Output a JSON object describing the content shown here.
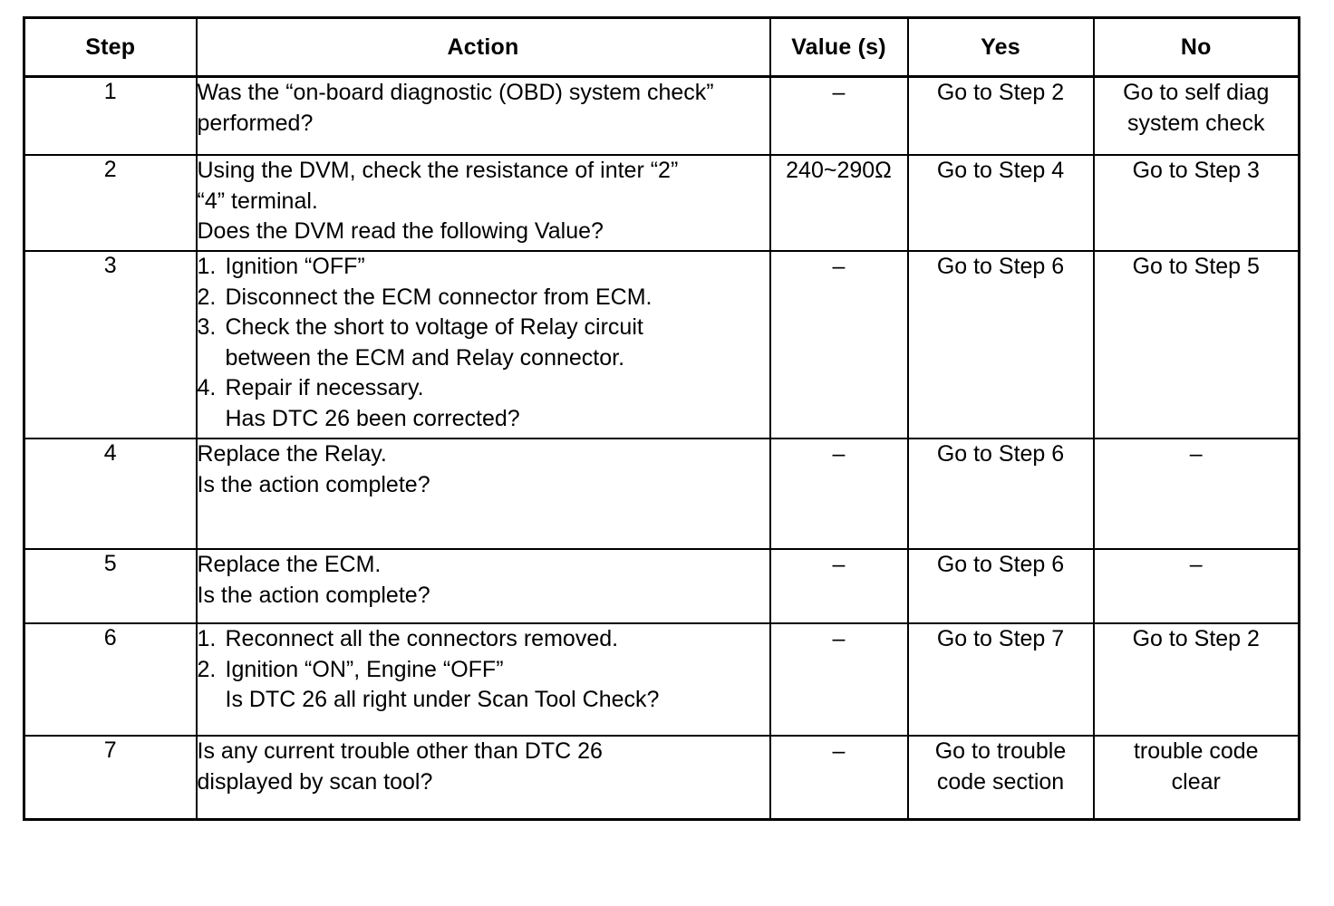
{
  "table": {
    "columns": [
      {
        "key": "step",
        "label": "Step"
      },
      {
        "key": "action",
        "label": "Action"
      },
      {
        "key": "value",
        "label": "Value (s)"
      },
      {
        "key": "yes",
        "label": "Yes"
      },
      {
        "key": "no",
        "label": "No"
      }
    ],
    "rows": [
      {
        "step": "1",
        "action_lines": [
          {
            "num": "",
            "text": "Was the “on-board diagnostic (OBD) system check”"
          },
          {
            "num": "",
            "text": "performed?"
          }
        ],
        "value": "–",
        "yes_lines": [
          "Go to Step 2"
        ],
        "no_lines": [
          "Go to self diag",
          "system check"
        ]
      },
      {
        "step": "2",
        "action_lines": [
          {
            "num": "",
            "text": "Using the DVM, check the resistance of inter “2”"
          },
          {
            "num": "",
            "text": "“4” terminal."
          },
          {
            "num": "",
            "text": "Does the DVM read the following Value?"
          }
        ],
        "value": "240~290Ω",
        "yes_lines": [
          "Go to Step 4"
        ],
        "no_lines": [
          "Go to Step 3"
        ]
      },
      {
        "step": "3",
        "action_lines": [
          {
            "num": "1.",
            "text": "Ignition “OFF”"
          },
          {
            "num": "2.",
            "text": "Disconnect the ECM connector from ECM."
          },
          {
            "num": "3.",
            "text": "Check the short to voltage of Relay circuit"
          },
          {
            "num": "",
            "text": "between the ECM and Relay connector."
          },
          {
            "num": "4.",
            "text": "Repair if necessary."
          },
          {
            "num": "",
            "text": "Has DTC 26 been corrected?"
          }
        ],
        "value": "–",
        "yes_lines": [
          "Go to Step 6"
        ],
        "no_lines": [
          "Go to Step 5"
        ]
      },
      {
        "step": "4",
        "action_lines": [
          {
            "num": "",
            "text": "Replace the Relay."
          },
          {
            "num": "",
            "text": "Is the action complete?"
          }
        ],
        "value": "–",
        "yes_lines": [
          "Go to Step 6"
        ],
        "no_lines": [
          "–"
        ]
      },
      {
        "step": "5",
        "action_lines": [
          {
            "num": "",
            "text": "Replace the ECM."
          },
          {
            "num": "",
            "text": "Is the action complete?"
          }
        ],
        "value": "–",
        "yes_lines": [
          "Go to Step 6"
        ],
        "no_lines": [
          "–"
        ]
      },
      {
        "step": "6",
        "action_lines": [
          {
            "num": "1.",
            "text": "Reconnect all the connectors removed."
          },
          {
            "num": "2.",
            "text": "Ignition “ON”, Engine “OFF”"
          },
          {
            "num": "",
            "text": "Is DTC 26 all right under Scan Tool Check?"
          }
        ],
        "value": "–",
        "yes_lines": [
          "Go to Step 7"
        ],
        "no_lines": [
          "Go to Step 2"
        ]
      },
      {
        "step": "7",
        "action_lines": [
          {
            "num": "",
            "text": "Is any current trouble other than DTC 26"
          },
          {
            "num": "",
            "text": "displayed by scan tool?"
          }
        ],
        "value": "–",
        "yes_lines": [
          "Go to trouble",
          "code section"
        ],
        "no_lines": [
          "trouble code",
          "clear"
        ]
      }
    ]
  }
}
